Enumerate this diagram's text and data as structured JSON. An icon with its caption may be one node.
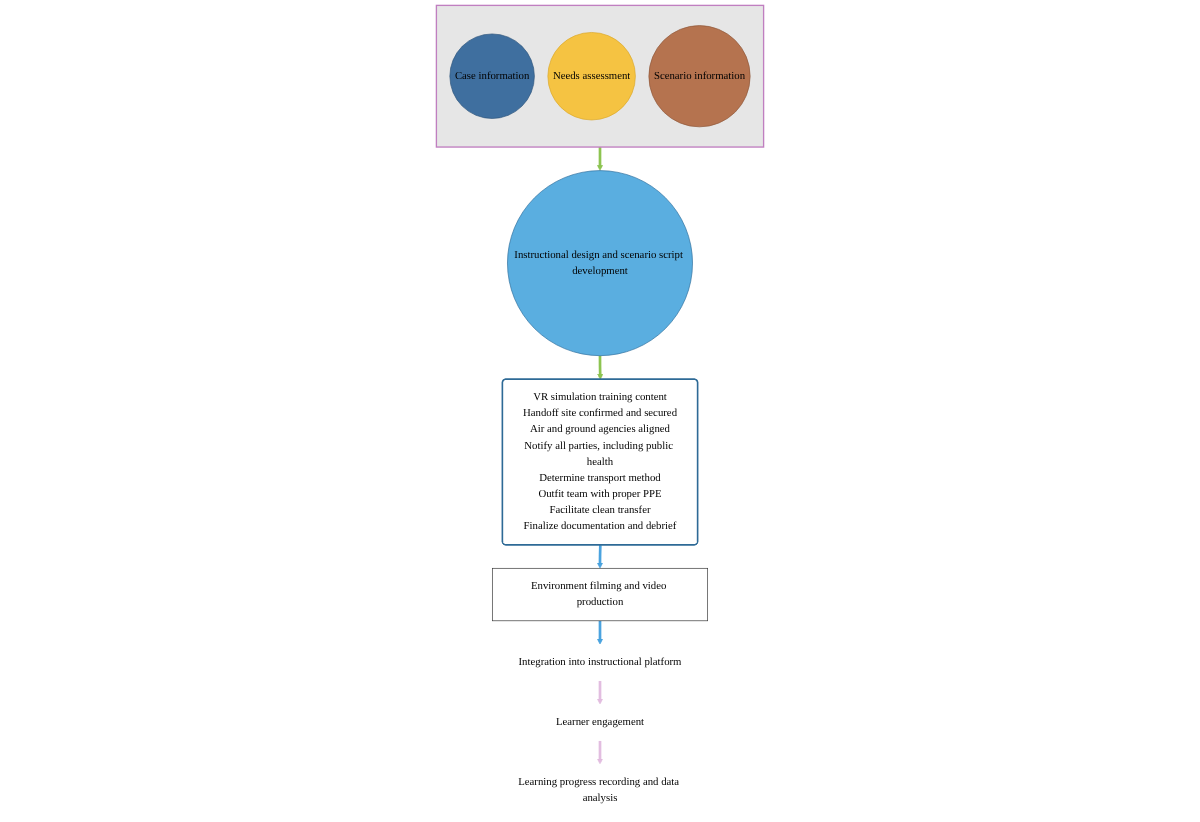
{
  "diagram": {
    "nodes": [
      {
        "text": [],
        "shape": "funnel"
      },
      {
        "text": [
          "Case information"
        ],
        "in": 0
      },
      {
        "text": [
          "Needs assessment"
        ],
        "in": 0
      },
      {
        "text": [
          "Scenario information"
        ],
        "in": 0
      },
      {
        "text": [
          "Instructional design and scenario script development"
        ]
      },
      {
        "text": [
          "VR simulation training content",
          "Handoff site confirmed and secured",
          "Air and ground agencies aligned",
          "Notify all parties, including public health",
          "Determine transport method",
          "Outfit team with proper PPE",
          "Facilitate clean transfer",
          "Finalize documentation and debrief"
        ]
      },
      {
        "text": [
          "Environment filming and video production"
        ]
      },
      {
        "text": [
          "Integration into instructional platform"
        ]
      },
      {
        "text": [
          "Learner engagement"
        ]
      },
      {
        "text": [
          "Learning progress recording and data analysis"
        ]
      }
    ],
    "edges": [
      {
        "from": 0,
        "to": 4,
        "arrow": "to",
        "color": "#8dc451"
      },
      {
        "from": 4,
        "to": 5,
        "arrow": "to",
        "color": "#8dc451"
      },
      {
        "from": 5,
        "to": 6,
        "arrow": "to",
        "color": "#4aa3df"
      },
      {
        "from": 6,
        "to": 7,
        "arrow": "to",
        "color": "#4aa3df"
      },
      {
        "from": 7,
        "to": 8,
        "arrow": "to",
        "color": "#e2bde0"
      },
      {
        "from": 8,
        "to": 9,
        "arrow": "to",
        "color": "#e2bde0"
      }
    ]
  }
}
